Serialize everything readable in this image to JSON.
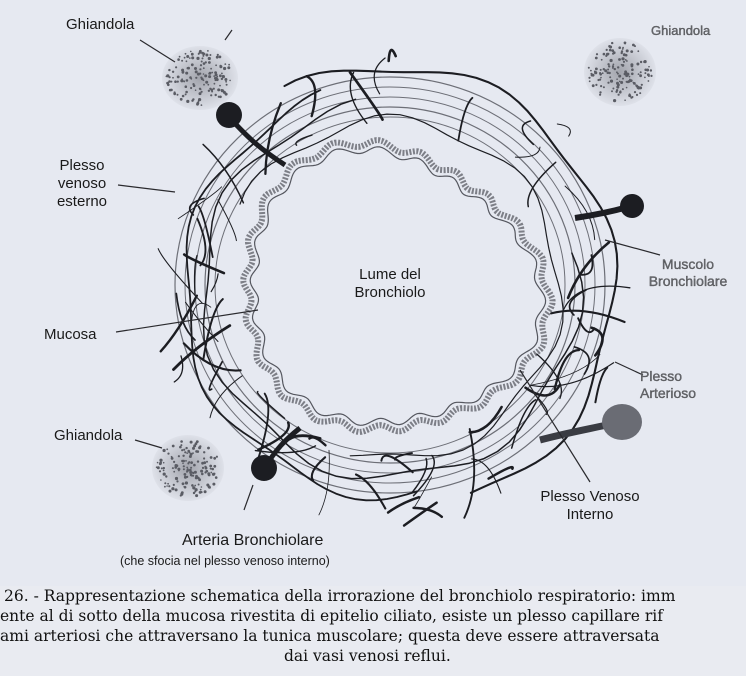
{
  "labels": {
    "ghiandola_top_left": "Ghiandola",
    "ghiandola_top_right": "Ghiandola",
    "ghiandola_bottom_left": "Ghiandola",
    "plesso_venoso_esterno": [
      "Plesso",
      "venoso",
      "esterno"
    ],
    "mucosa": "Mucosa",
    "lume": [
      "Lume del",
      "Bronchiolo"
    ],
    "muscolo": [
      "Muscolo",
      "Bronchiolare"
    ],
    "plesso_arterioso": [
      "Plesso",
      "Arterioso"
    ],
    "plesso_venoso_interno": [
      "Plesso Venoso",
      "Interno"
    ],
    "arteria": "Arteria Bronchiolare",
    "arteria_note": "(che sfocia nel plesso venoso interno)"
  },
  "caption": {
    "line1": "26. - Rappresentazione schematica della irrorazione del bronchiolo respiratorio: imm",
    "line2": "ente al di sotto della mucosa rivestita di epitelio ciliato, esiste un plesso capillare rif",
    "line3": "ami arteriosi che attraversano la tunica muscolare; questa deve essere attraversata",
    "line4": "dai vasi venosi reflui."
  },
  "colors": {
    "vessel": "#1c1d22",
    "mucosa": "#7d7f87",
    "gland": "#8b8d95",
    "background": "#e6e9f1"
  }
}
